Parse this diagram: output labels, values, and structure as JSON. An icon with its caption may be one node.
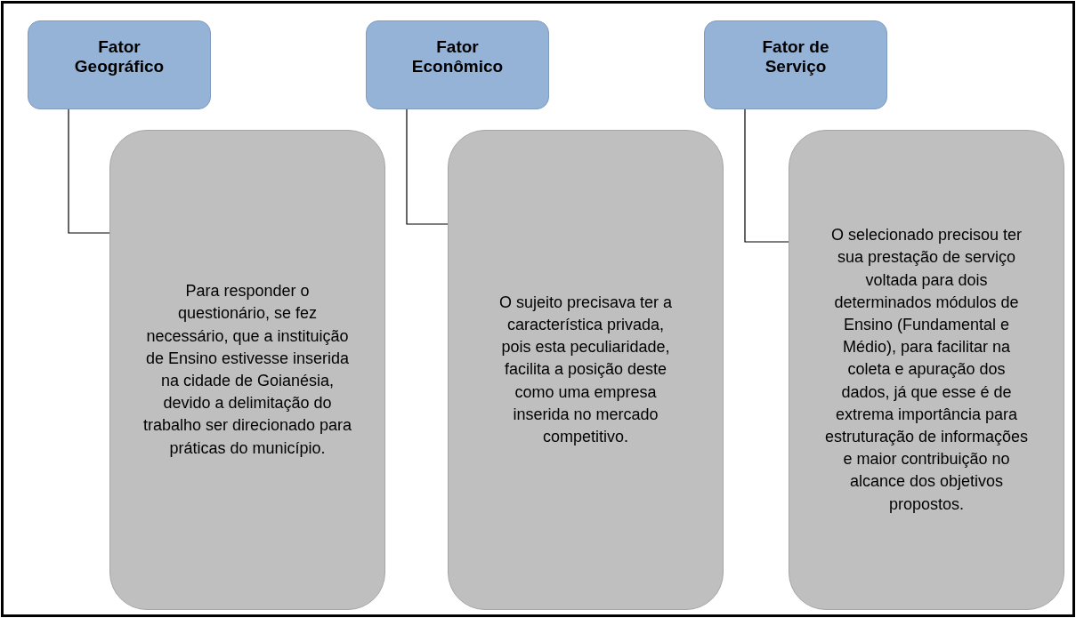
{
  "diagram": {
    "nodes": [
      {
        "text": [
          "Fator Geográfico"
        ]
      },
      {
        "text": [
          "Para responder o questionário, se fez necessário, que a instituição de Ensino estivesse inserida na cidade de Goianésia, devido a delimitação do trabalho ser direcionado para práticas do município."
        ]
      },
      {
        "text": [
          "Fator Econômico"
        ]
      },
      {
        "text": [
          "O sujeito precisava ter a característica privada, pois esta peculiaridade, facilita a posição deste como uma empresa inserida no mercado competitivo."
        ]
      },
      {
        "text": [
          "Fator de Serviço"
        ]
      },
      {
        "text": [
          "O selecionado precisou ter sua prestação de serviço voltada para dois determinados módulos de Ensino (Fundamental e Médio), para facilitar na coleta e apuração dos dados, já que esse é de extrema importância para estruturação de informações e maior contribuição no alcance dos objetivos propostos."
        ]
      }
    ],
    "edges": [
      {
        "from": 0,
        "to": 1,
        "arrow": "none"
      },
      {
        "from": 2,
        "to": 3,
        "arrow": "none"
      },
      {
        "from": 4,
        "to": 5,
        "arrow": "none"
      }
    ]
  }
}
